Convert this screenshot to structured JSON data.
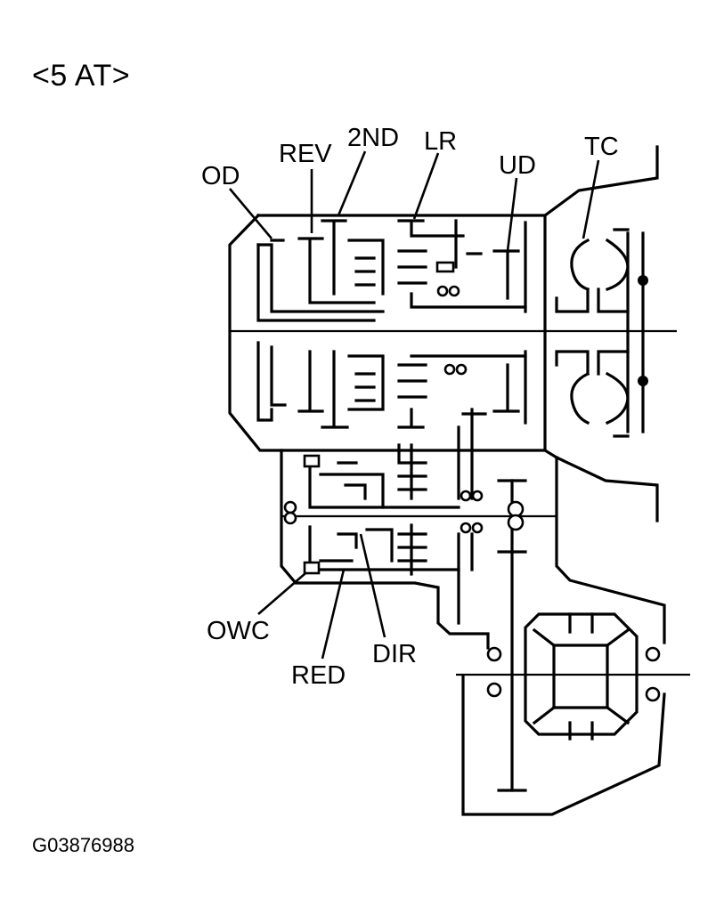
{
  "title": "<5 AT>",
  "figure_id": "G03876988",
  "labels": {
    "od": "OD",
    "rev": "REV",
    "second": "2ND",
    "lr": "LR",
    "ud": "UD",
    "tc": "TC",
    "owc": "OWC",
    "red": "RED",
    "dir": "DIR"
  }
}
